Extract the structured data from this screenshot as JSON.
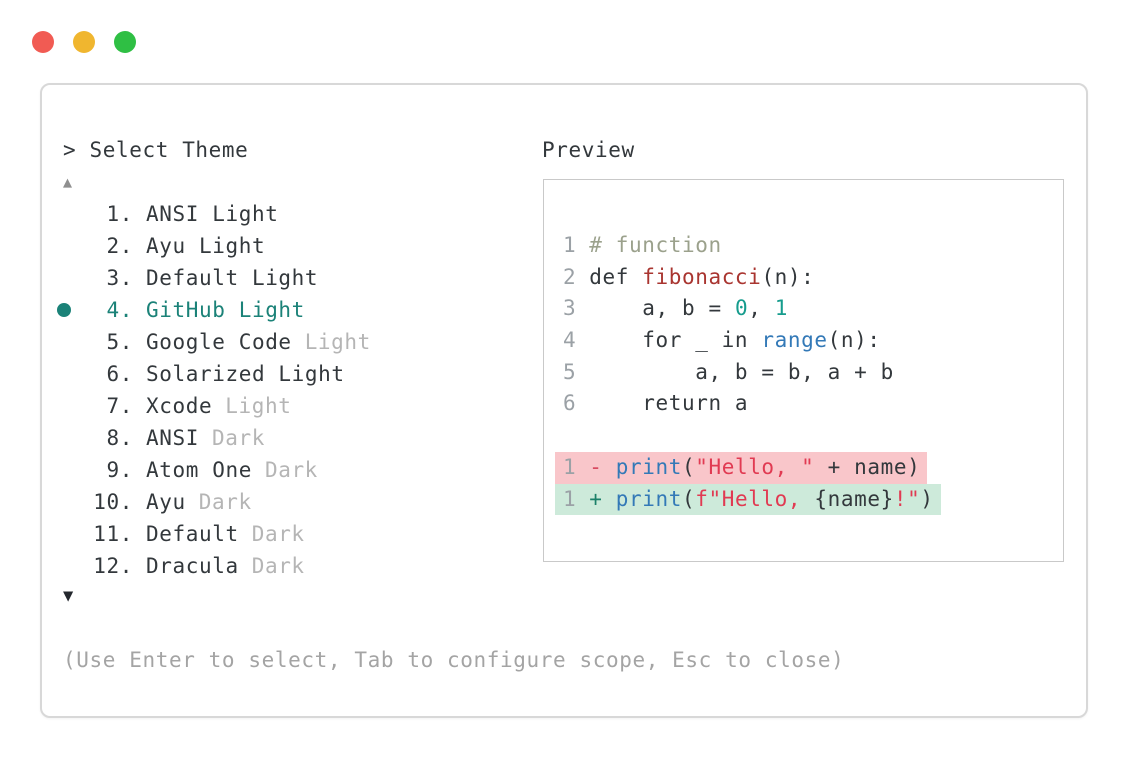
{
  "colors": {
    "traffic-red": "#f15b53",
    "traffic-yellow": "#f0b62f",
    "traffic-green": "#2fbf44",
    "border": "#d8d8d8",
    "preview-border": "#c9c9c9",
    "text": "#33383c",
    "muted": "#b5b5b5",
    "accent": "#1b8278",
    "arrow-up": "#8f8f8f",
    "arrow-down": "#24282e",
    "footer": "#a4a4a4",
    "lineno": "#9ba1a6",
    "comment": "#9ba18c",
    "func-red": "#a93530",
    "call-blue": "#3379b7",
    "num-teal": "#169c8d",
    "string-red": "#e13a52",
    "del": "#d84a60",
    "add": "#1b8069",
    "del-bg": "#f9c6ca",
    "add-bg": "#cdeada"
  },
  "window_controls": {
    "close": "close",
    "minimize": "minimize",
    "zoom": "zoom"
  },
  "selector": {
    "prompt": "> Select Theme",
    "scroll_up_icon": "▲",
    "scroll_down_icon": "▼",
    "items": [
      {
        "number": "1.",
        "name": "ANSI Light",
        "muted": "",
        "selected": false
      },
      {
        "number": "2.",
        "name": "Ayu Light",
        "muted": "",
        "selected": false
      },
      {
        "number": "3.",
        "name": "Default Light",
        "muted": "",
        "selected": false
      },
      {
        "number": "4.",
        "name": "GitHub Light",
        "muted": "",
        "selected": true
      },
      {
        "number": "5.",
        "name": "Google Code",
        "muted": "Light",
        "selected": false
      },
      {
        "number": "6.",
        "name": "Solarized Light",
        "muted": "",
        "selected": false
      },
      {
        "number": "7.",
        "name": "Xcode",
        "muted": "Light",
        "selected": false
      },
      {
        "number": "8.",
        "name": "ANSI",
        "muted": "Dark",
        "selected": false
      },
      {
        "number": "9.",
        "name": "Atom One",
        "muted": "Dark",
        "selected": false
      },
      {
        "number": "10.",
        "name": "Ayu",
        "muted": "Dark",
        "selected": false
      },
      {
        "number": "11.",
        "name": "Default",
        "muted": "Dark",
        "selected": false
      },
      {
        "number": "12.",
        "name": "Dracula",
        "muted": "Dark",
        "selected": false
      }
    ],
    "footer_hint": "(Use Enter to select, Tab to configure scope, Esc to close)"
  },
  "preview": {
    "label": "Preview",
    "code_lines": [
      {
        "no": "1",
        "bg": "",
        "segments": [
          {
            "t": "# function",
            "c": "comment"
          }
        ]
      },
      {
        "no": "2",
        "bg": "",
        "segments": [
          {
            "t": "def ",
            "c": "plain"
          },
          {
            "t": "fibonacci",
            "c": "func"
          },
          {
            "t": "(n):",
            "c": "plain"
          }
        ]
      },
      {
        "no": "3",
        "bg": "",
        "segments": [
          {
            "t": "    a, b = ",
            "c": "plain"
          },
          {
            "t": "0",
            "c": "num"
          },
          {
            "t": ", ",
            "c": "plain"
          },
          {
            "t": "1",
            "c": "num"
          }
        ]
      },
      {
        "no": "4",
        "bg": "",
        "segments": [
          {
            "t": "    for _ in ",
            "c": "plain"
          },
          {
            "t": "range",
            "c": "call"
          },
          {
            "t": "(n):",
            "c": "plain"
          }
        ]
      },
      {
        "no": "5",
        "bg": "",
        "segments": [
          {
            "t": "        a, b = b, a + b",
            "c": "plain"
          }
        ]
      },
      {
        "no": "6",
        "bg": "",
        "segments": [
          {
            "t": "    return a",
            "c": "plain"
          }
        ]
      },
      {
        "no": "",
        "bg": "",
        "segments": []
      },
      {
        "no": "1",
        "bg": "del",
        "segments": [
          {
            "t": "- ",
            "c": "del"
          },
          {
            "t": "print",
            "c": "call"
          },
          {
            "t": "(",
            "c": "plain"
          },
          {
            "t": "\"Hello, \"",
            "c": "str"
          },
          {
            "t": " + name)",
            "c": "plain"
          }
        ]
      },
      {
        "no": "1",
        "bg": "add",
        "segments": [
          {
            "t": "+ ",
            "c": "add"
          },
          {
            "t": "print",
            "c": "call"
          },
          {
            "t": "(",
            "c": "plain"
          },
          {
            "t": "f\"Hello, ",
            "c": "str"
          },
          {
            "t": "{name}",
            "c": "plain"
          },
          {
            "t": "!\"",
            "c": "str"
          },
          {
            "t": ")",
            "c": "plain"
          }
        ]
      }
    ]
  }
}
